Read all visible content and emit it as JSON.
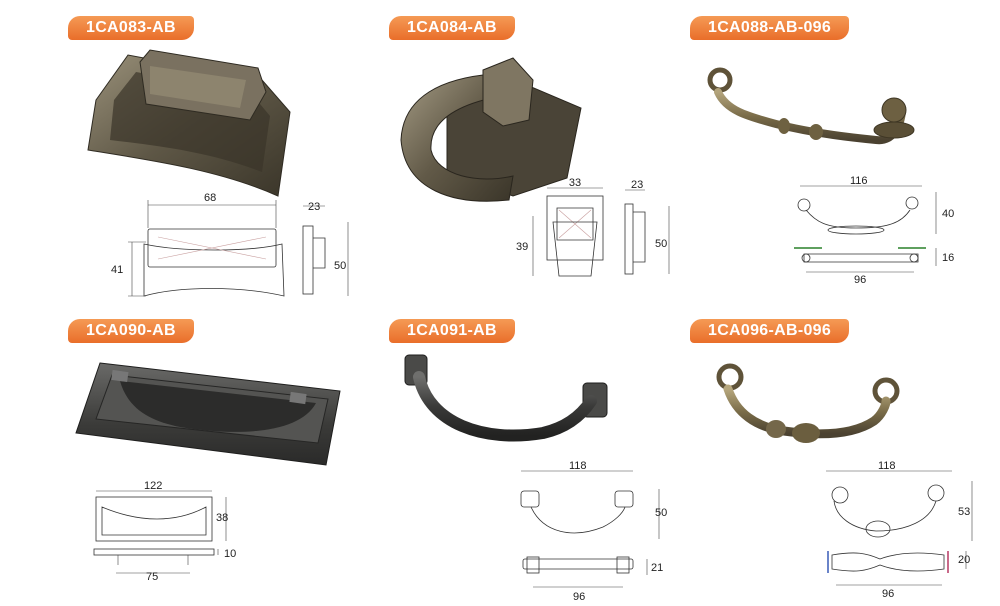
{
  "colors": {
    "tag_background": "#ee7b36",
    "tag_text": "#ffffff",
    "metal": "#6d6450",
    "metal_dark": "#3d382c",
    "brass": "#8a7a55"
  },
  "products": [
    {
      "code": "1CA083-AB",
      "dims": {
        "width": "68",
        "height": "41",
        "depth": "23",
        "plate": "50"
      }
    },
    {
      "code": "1CA084-AB",
      "dims": {
        "width": "33",
        "height": "39",
        "depth": "23",
        "plate": "50"
      }
    },
    {
      "code": "1CA088-AB-096",
      "dims": {
        "width": "116",
        "height": "40",
        "depth": "16",
        "center": "96"
      }
    },
    {
      "code": "1CA090-AB",
      "dims": {
        "width": "122",
        "height": "38",
        "depth": "10",
        "center": "75"
      }
    },
    {
      "code": "1CA091-AB",
      "dims": {
        "width": "118",
        "height": "50",
        "depth": "21",
        "center": "96"
      }
    },
    {
      "code": "1CA096-AB-096",
      "dims": {
        "width": "118",
        "height": "53",
        "depth": "20",
        "center": "96"
      }
    }
  ]
}
